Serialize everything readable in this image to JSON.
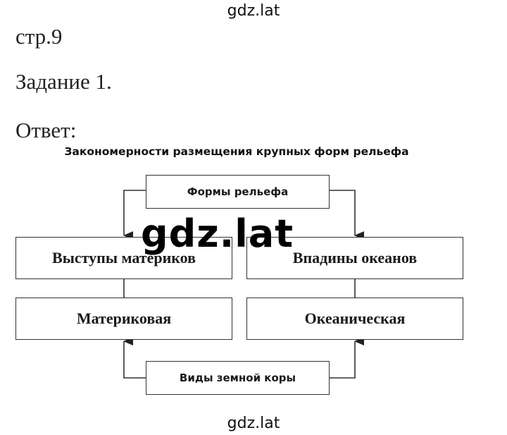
{
  "watermark": {
    "top": "gdz.lat",
    "center": "gdz.lat",
    "bottom": "gdz.lat"
  },
  "page_label": "стр.9",
  "task_label": "Задание 1.",
  "answer_label": "Ответ:",
  "diagram": {
    "title": "Закономерности размещения крупных форм рельефа",
    "nodes": {
      "landforms": "Формы рельефа",
      "continent_ledges": "Выступы материков",
      "ocean_depressions": "Впадины океанов",
      "continental": "Материковая",
      "oceanic": "Океаническая",
      "crust_types": "Виды земной коры"
    },
    "edges": [
      {
        "from": "landforms",
        "to": "continent_ledges",
        "arrow": true
      },
      {
        "from": "landforms",
        "to": "ocean_depressions",
        "arrow": true
      },
      {
        "from": "continent_ledges",
        "to": "continental",
        "arrow": false
      },
      {
        "from": "ocean_depressions",
        "to": "oceanic",
        "arrow": false
      },
      {
        "from": "crust_types",
        "to": "continental",
        "arrow": true
      },
      {
        "from": "crust_types",
        "to": "oceanic",
        "arrow": true
      }
    ],
    "line_color": "#333333"
  }
}
